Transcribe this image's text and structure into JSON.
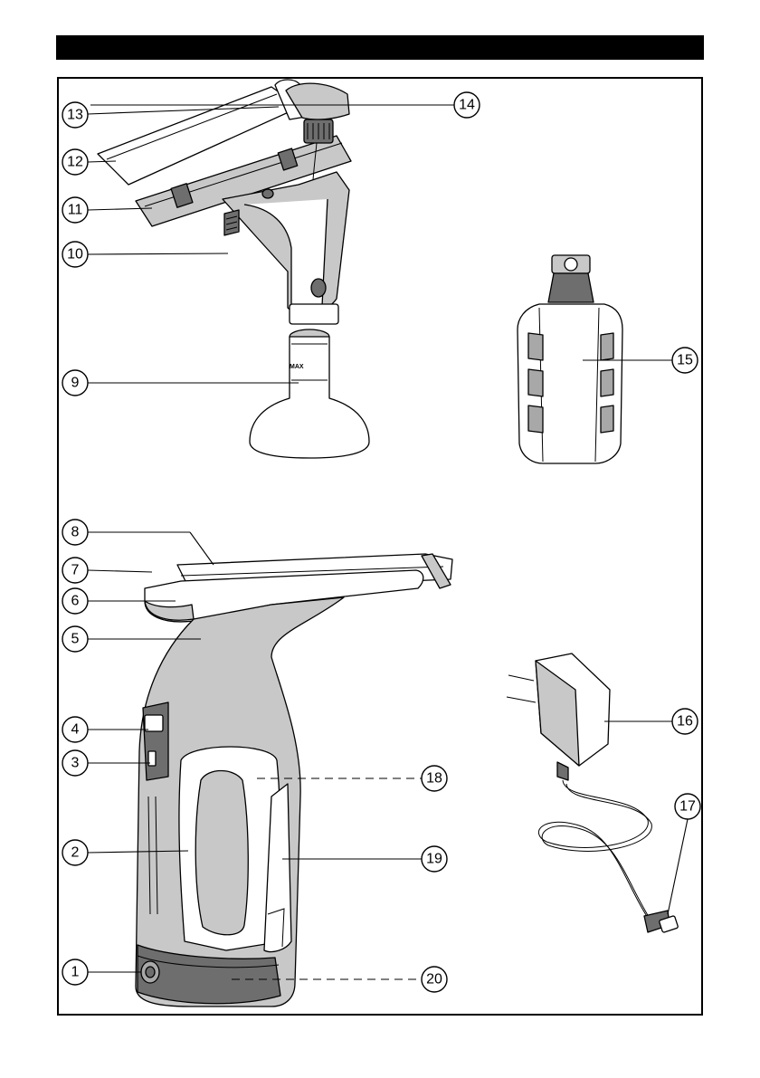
{
  "header": {
    "bar_color": "#000000"
  },
  "bottle_marking": "MAX",
  "callouts": [
    {
      "id": "callout-1",
      "label": "1"
    },
    {
      "id": "callout-2",
      "label": "2"
    },
    {
      "id": "callout-3",
      "label": "3"
    },
    {
      "id": "callout-4",
      "label": "4"
    },
    {
      "id": "callout-5",
      "label": "5"
    },
    {
      "id": "callout-6",
      "label": "6"
    },
    {
      "id": "callout-7",
      "label": "7"
    },
    {
      "id": "callout-8",
      "label": "8"
    },
    {
      "id": "callout-9",
      "label": "9"
    },
    {
      "id": "callout-10",
      "label": "10"
    },
    {
      "id": "callout-11",
      "label": "11"
    },
    {
      "id": "callout-12",
      "label": "12"
    },
    {
      "id": "callout-13",
      "label": "13"
    },
    {
      "id": "callout-14",
      "label": "14"
    },
    {
      "id": "callout-15",
      "label": "15"
    },
    {
      "id": "callout-16",
      "label": "16"
    },
    {
      "id": "callout-17",
      "label": "17"
    },
    {
      "id": "callout-18",
      "label": "18"
    },
    {
      "id": "callout-19",
      "label": "19"
    },
    {
      "id": "callout-20",
      "label": "20"
    }
  ]
}
